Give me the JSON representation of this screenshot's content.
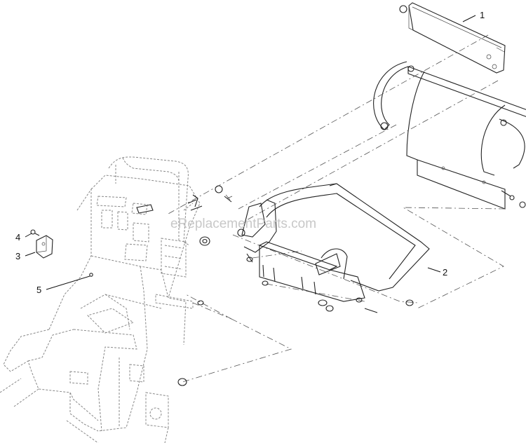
{
  "watermark": "eReplacementParts.com",
  "callouts": [
    {
      "number": "1",
      "part": "cover-panel"
    },
    {
      "number": "2",
      "part": "bracket-frame"
    },
    {
      "number": "3",
      "part": "small-bracket"
    },
    {
      "number": "4",
      "part": "screw"
    },
    {
      "number": "5",
      "part": "fastener"
    }
  ]
}
